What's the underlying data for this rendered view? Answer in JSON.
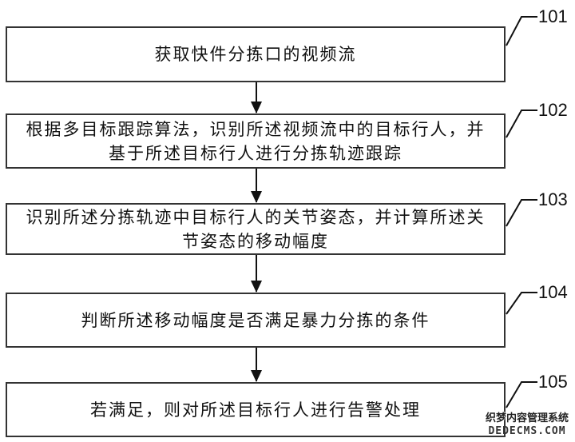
{
  "flowchart": {
    "steps": [
      {
        "id": "101",
        "text": "获取快件分拣口的视频流"
      },
      {
        "id": "102",
        "text": "根据多目标跟踪算法，识别所述视频流中的目标行人，并基于所述目标行人进行分拣轨迹跟踪"
      },
      {
        "id": "103",
        "text": "识别所述分拣轨迹中目标行人的关节姿态，并计算所述关节姿态的移动幅度"
      },
      {
        "id": "104",
        "text": "判断所述移动幅度是否满足暴力分拣的条件"
      },
      {
        "id": "105",
        "text": "若满足，则对所述目标行人进行告警处理"
      }
    ],
    "connections": [
      {
        "from": "101",
        "to": "102"
      },
      {
        "from": "102",
        "to": "103"
      },
      {
        "from": "103",
        "to": "104"
      },
      {
        "from": "104",
        "to": "105"
      }
    ]
  },
  "watermark": {
    "line1": "织梦内容管理系统",
    "line2": "DEDECMS.COM"
  }
}
